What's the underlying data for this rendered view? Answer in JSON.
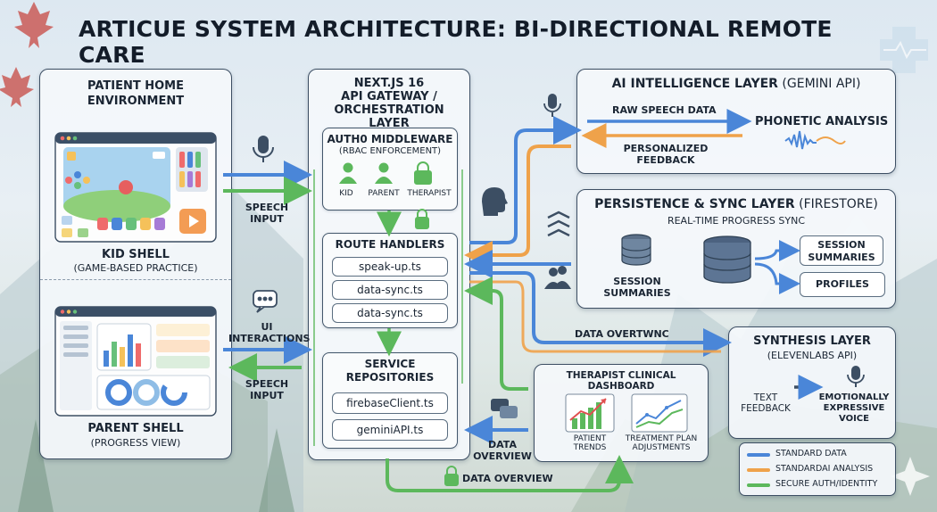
{
  "title": "ARTICUE SYSTEM ARCHITECTURE: BI-DIRECTIONAL REMOTE CARE",
  "patient": {
    "heading": "PATIENT HOME ENVIRONMENT",
    "kid_title": "KID SHELL",
    "kid_sub": "(GAME-BASED PRACTICE)",
    "parent_title": "PARENT SHELL",
    "parent_sub": "(PROGRESS VIEW)"
  },
  "gateway": {
    "heading_line1": "NEXT.JS 16",
    "heading_line2": "API GATEWAY /",
    "heading_line3": "ORCHESTRATION LAYER",
    "auth_title": "AUTH0 MIDDLEWARE",
    "auth_sub": "(RBAC ENFORCEMENT)",
    "roles": [
      "KID",
      "PARENT",
      "THERAPIST"
    ],
    "routes_title": "ROUTE HANDLERS",
    "routes": [
      "speak-up.ts",
      "data-sync.ts",
      "data-sync.ts"
    ],
    "services_title_line1": "SERVICE",
    "services_title_line2": "REPOSITORIES",
    "services": [
      "firebaseClient.ts",
      "geminiAPI.ts"
    ]
  },
  "ai": {
    "title": "AI INTELLIGENCE LAYER",
    "title_paren": "(GEMINI API)",
    "raw": "RAW SPEECH DATA",
    "phonetic": "PHONETIC ANALYSIS",
    "feedback_line1": "PERSONALIZED",
    "feedback_line2": "FEEDBACK"
  },
  "persistence": {
    "title": "PERSISTENCE & SYNC LAYER",
    "title_paren": "(FIRESTORE)",
    "sub": "REAL-TIME PROGRESS SYNC",
    "db_label_line1": "SESSION",
    "db_label_line2": "SUMMARIES",
    "box1_line1": "SESSION",
    "box1_line2": "SUMMARIES",
    "box2": "PROFILES"
  },
  "synthesis": {
    "title": "SYNTHESIS LAYER",
    "sub": "(ELEVENLABS API)",
    "text_line1": "TEXT",
    "text_line2": "FEEDBACK",
    "voice_line1": "EMOTIONALLY",
    "voice_line2": "EXPRESSIVE",
    "voice_line3": "VOICE"
  },
  "dashboard": {
    "title": "THERAPIST CLINICAL DASHBOARD",
    "trends_line1": "PATIENT",
    "trends_line2": "TRENDS",
    "plan_line1": "TREATMENT PLAN",
    "plan_line2": "ADJUSTMENTS"
  },
  "flows": {
    "speech_input_a_line1": "SPEECH",
    "speech_input_a_line2": "INPUT",
    "ui_line1": "UI",
    "ui_line2": "INTERACTIONS",
    "speech_input_b_line1": "SPEECH",
    "speech_input_b_line2": "INPUT",
    "data_overtwnc": "DATA OVERTWNC",
    "data_overview_line1": "DATA",
    "data_overview_line2": "OVERVIEW",
    "data_overview_bottom": "DATA OVERVIEW"
  },
  "legend": {
    "items": [
      "STANDARD DATA",
      "STANDARDAI ANALYSIS",
      "SECURE AUTH/IDENTITY"
    ],
    "colors": [
      "#4a86d8",
      "#efa24a",
      "#5cb85c"
    ]
  },
  "colors": {
    "blue": "#4a86d8",
    "orange": "#efa24a",
    "green": "#5cb85c",
    "dark": "#1a2533"
  }
}
